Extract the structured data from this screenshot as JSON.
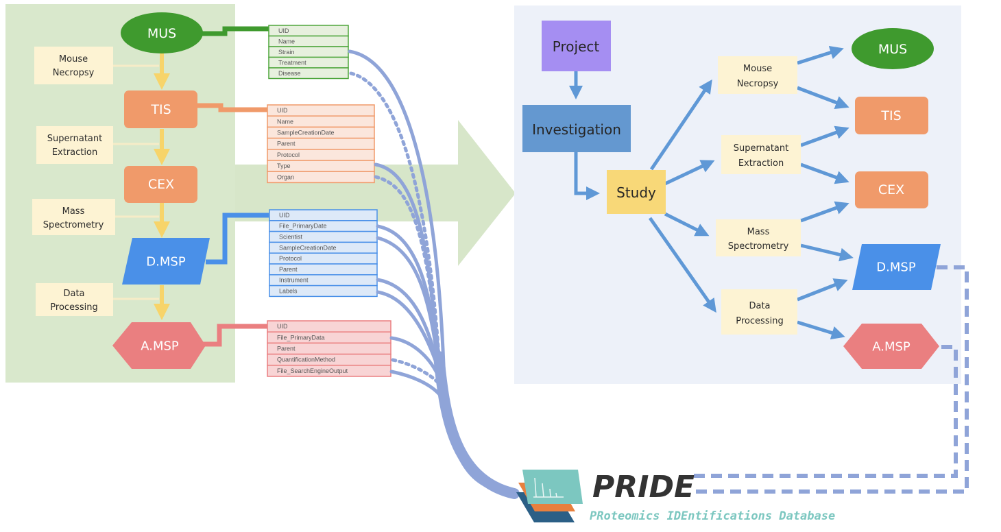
{
  "colors": {
    "left_panel_bg": "#d9e8cc",
    "right_panel_bg": "#edf1f9",
    "big_arrow": "#d7e6c9",
    "mus": "#3f9a2e",
    "tis": "#f09a6a",
    "cex": "#f09a6a",
    "dmsp": "#4a90e8",
    "amsp": "#ea7f80",
    "process_box": "#fdf3d3",
    "yellow_arrow": "#f7d46a",
    "blue_arrow": "#5f98d6",
    "project": "#a58ef2",
    "investigation": "#6498d0",
    "study": "#f8d878",
    "connector": "#8fa4d8",
    "pride_teal": "#7cc7c0",
    "pride_orange": "#e8803e",
    "pride_navy": "#2b5f86"
  },
  "left_flow": {
    "entities": {
      "mus": "MUS",
      "tis": "TIS",
      "cex": "CEX",
      "dmsp": "D.MSP",
      "amsp": "A.MSP"
    },
    "processes": [
      {
        "line1": "Mouse",
        "line2": "Necropsy"
      },
      {
        "line1": "Supernatant",
        "line2": "Extraction"
      },
      {
        "line1": "Mass",
        "line2": "Spectrometry"
      },
      {
        "line1": "Data",
        "line2": "Processing"
      }
    ]
  },
  "field_tables": {
    "mus": [
      "UID",
      "Name",
      "Strain",
      "Treatment",
      "Disease"
    ],
    "tis": [
      "UID",
      "Name",
      "SampleCreationDate",
      "Parent",
      "Protocol",
      "Type",
      "Organ"
    ],
    "dmsp": [
      "UID",
      "File_PrimaryDate",
      "Scientist",
      "SampleCreationDate",
      "Protocol",
      "Parent",
      "Instrument",
      "Labels"
    ],
    "amsp": [
      "UID",
      "File_PrimaryData",
      "Parent",
      "QuantificationMethod",
      "File_SearchEngineOutput"
    ]
  },
  "right_flow": {
    "project": "Project",
    "investigation": "Investigation",
    "study": "Study",
    "processes": [
      {
        "line1": "Mouse",
        "line2": "Necropsy"
      },
      {
        "line1": "Supernatant",
        "line2": "Extraction"
      },
      {
        "line1": "Mass",
        "line2": "Spectrometry"
      },
      {
        "line1": "Data",
        "line2": "Processing"
      }
    ],
    "entities": {
      "mus": "MUS",
      "tis": "TIS",
      "cex": "CEX",
      "dmsp": "D.MSP",
      "amsp": "A.MSP"
    }
  },
  "pride": {
    "title": "PRIDE",
    "subtitle": "PRoteomics IDEntifications Database"
  }
}
